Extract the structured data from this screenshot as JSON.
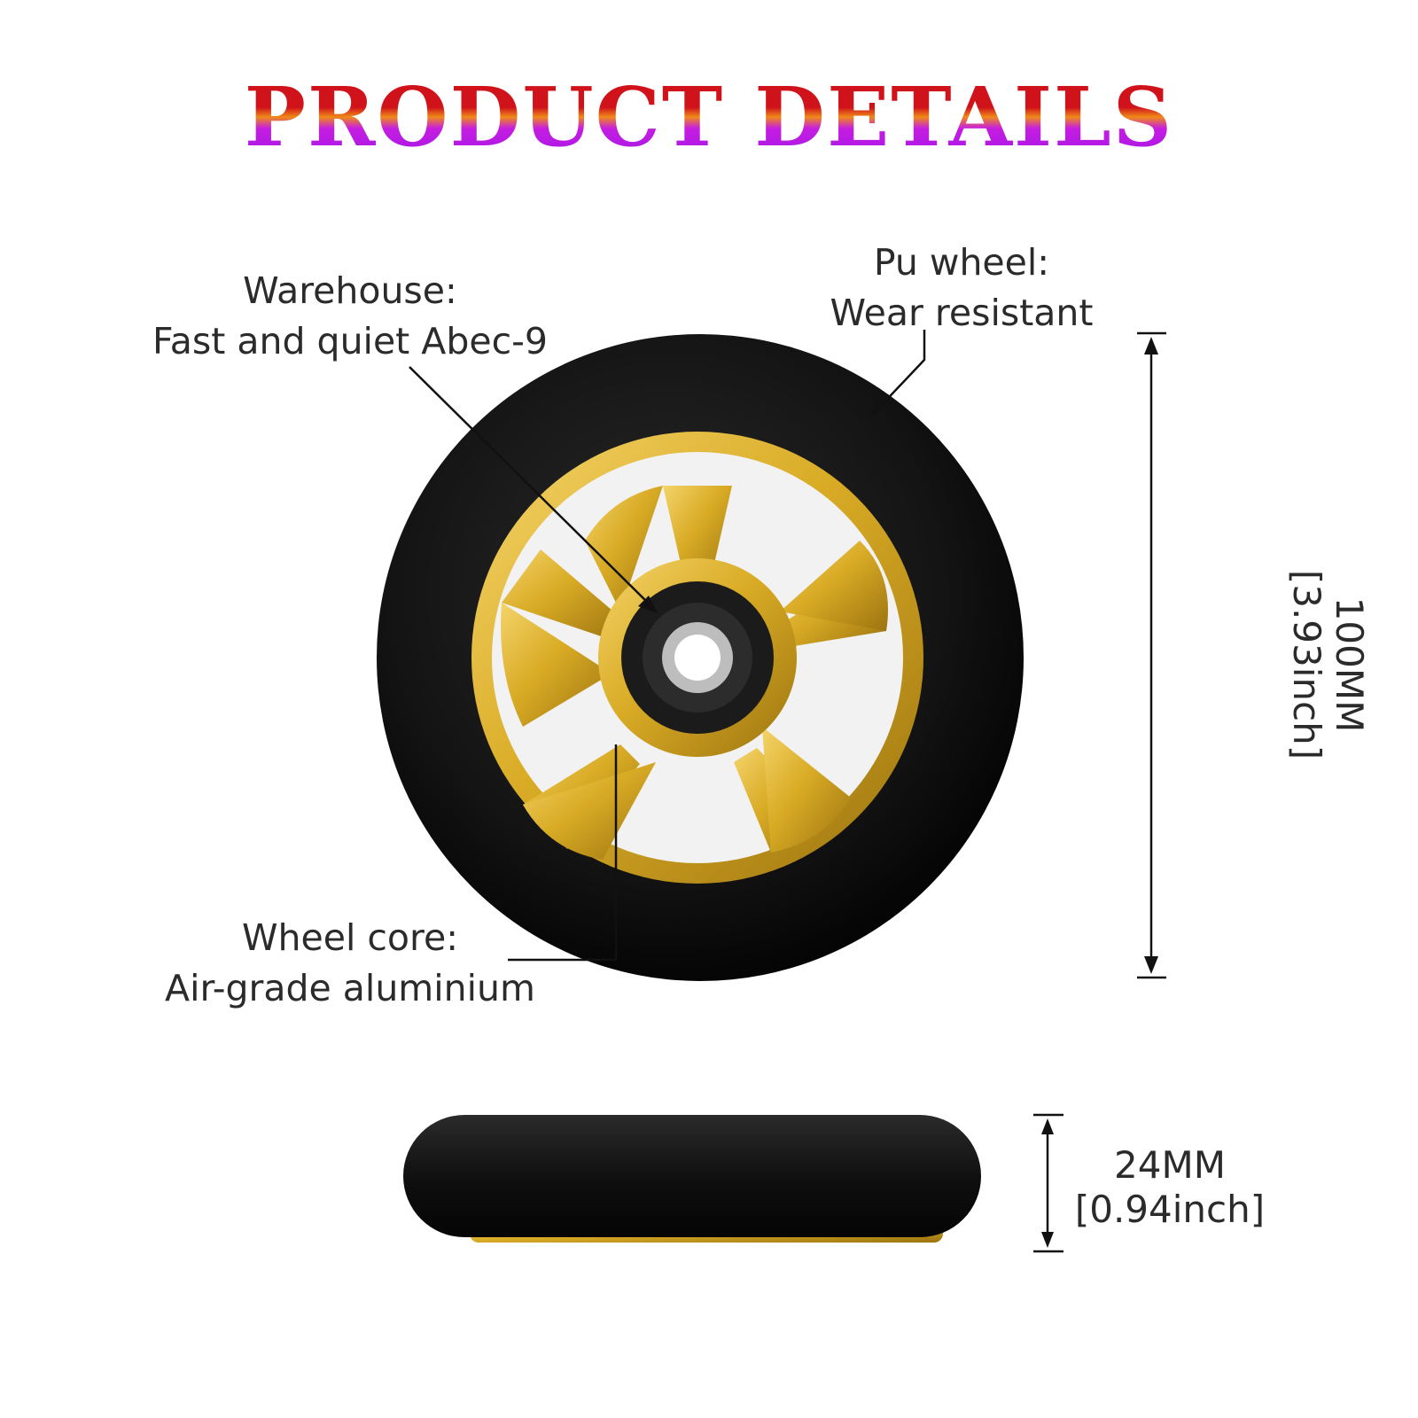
{
  "title": "PRODUCT DETAILS",
  "callouts": {
    "bearing": {
      "heading": "Warehouse:",
      "detail": "Fast and quiet Abec-9"
    },
    "pu_wheel": {
      "heading": "Pu wheel:",
      "detail": "Wear resistant"
    },
    "core": {
      "heading": "Wheel core:",
      "detail": "Air-grade aluminium"
    }
  },
  "dimensions": {
    "diameter": {
      "metric": "100MM",
      "imperial": "[3.93inch]"
    },
    "width": {
      "metric": "24MM",
      "imperial": "[0.94inch]"
    }
  },
  "colors": {
    "tire": "#141414",
    "core_gold": "#d9ab25",
    "bearing": "#1b1b1b",
    "title_red": "#d0121b",
    "title_purple": "#9b16e8",
    "text": "#2b2b2b"
  },
  "icons": {
    "wheel_front": "wheel-front-icon",
    "wheel_side": "wheel-side-icon"
  }
}
